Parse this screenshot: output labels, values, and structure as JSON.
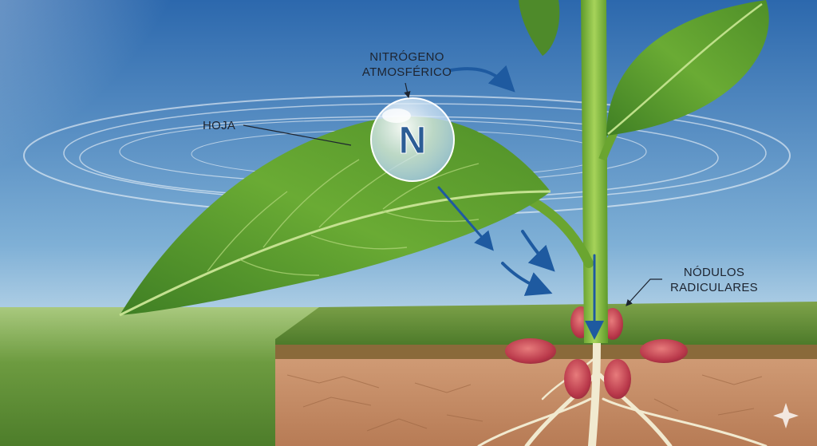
{
  "labels": {
    "nitrogen_line1": "NITRÓGENO",
    "nitrogen_line2": "ATMOSFÉRICO",
    "leaf": "HOJA",
    "nodules_line1": "NÓDULOS",
    "nodules_line2": "RADICULARES"
  },
  "bubble": {
    "symbol": "N"
  },
  "colors": {
    "sky_top": "#2f6fb5",
    "sky_bottom": "#cfe3ef",
    "leaf": "#5a9a2c",
    "stem": "#7fb23b",
    "arrow": "#1e5aa0",
    "soil": "#c98f67",
    "grass_top": "#5f8a3a",
    "nodule": "#c24a4f"
  }
}
